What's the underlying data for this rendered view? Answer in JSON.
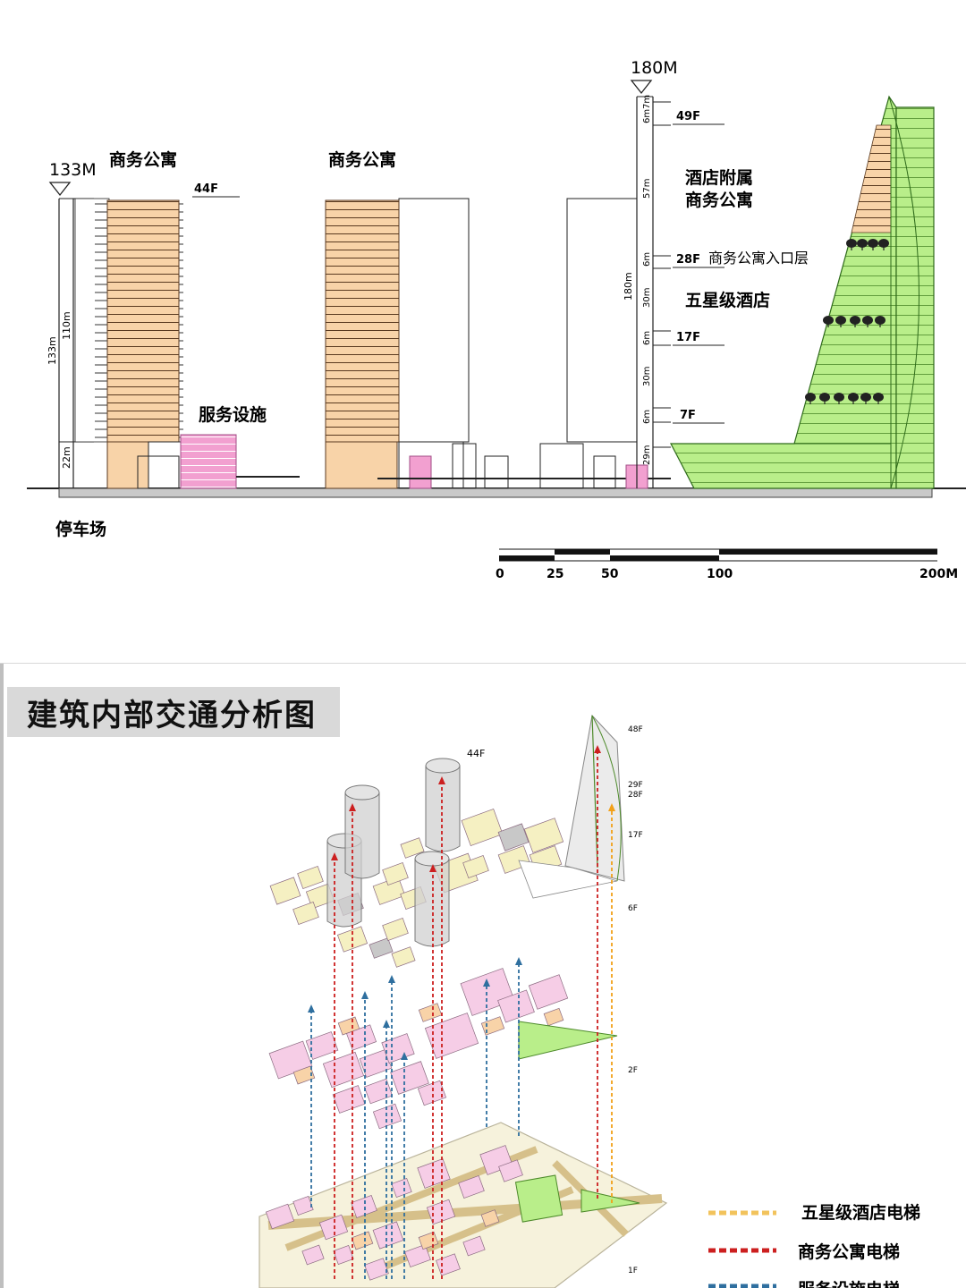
{
  "elevation": {
    "left_height_mark": "133M",
    "right_height_mark": "180M",
    "labels": {
      "apartment_1": "商务公寓",
      "apartment_2": "商务公寓",
      "service": "服务设施",
      "hotel_annex_1": "酒店附属",
      "hotel_annex_2": "商务公寓",
      "five_star": "五星级酒店",
      "apt_entrance": "商务公寓入口层",
      "parking": "停车场"
    },
    "floors": {
      "f44": "44F",
      "f49": "49F",
      "f28": "28F",
      "f17": "17F",
      "f7": "7F"
    },
    "dims_left": {
      "total": "133m",
      "upper": "110m",
      "lower": "22m"
    },
    "dims_right": {
      "total": "180m",
      "d1": "7m",
      "d2": "6m",
      "d3": "57m",
      "d4": "6m",
      "d5": "30m",
      "d6": "6m",
      "d7": "30m",
      "d8": "6m",
      "d9": "29m"
    },
    "scale": {
      "t0": "0",
      "t25": "25",
      "t50": "50",
      "t100": "100",
      "t200": "200M"
    }
  },
  "traffic": {
    "title": "建筑内部交通分析图",
    "floor_tags": {
      "f44": "44F",
      "f48": "48F",
      "f29": "29F",
      "f28": "28F",
      "f17": "17F",
      "f6": "6F",
      "f2": "2F",
      "f1": "1F"
    },
    "legend": [
      {
        "label": "五星级酒店电梯",
        "color": "#f2c35c"
      },
      {
        "label": "商务公寓电梯",
        "color": "#cc1f1f"
      },
      {
        "label": "服务设施电梯",
        "color": "#2f6f9f"
      }
    ]
  },
  "colors": {
    "apartment": "#f8d3a8",
    "service": "#f2a0d0",
    "hotel": "#b9ee8a",
    "floor_pink": "#f6cde6",
    "floor_yellow": "#f5f0c2",
    "circulation": "#e8d6a0"
  }
}
